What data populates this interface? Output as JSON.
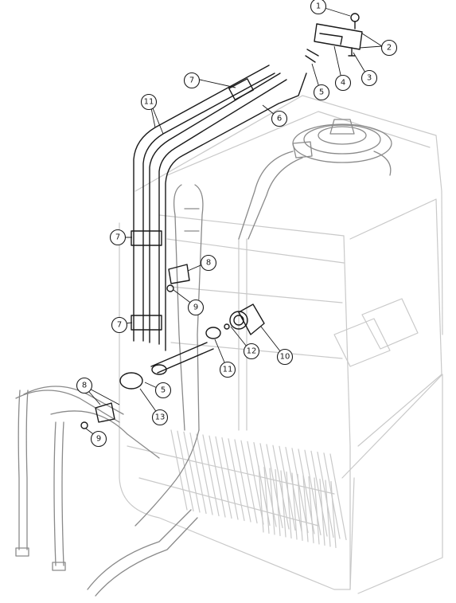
{
  "callouts": [
    {
      "id": "c1",
      "label": "1"
    },
    {
      "id": "c2",
      "label": "2"
    },
    {
      "id": "c3",
      "label": "3"
    },
    {
      "id": "c4",
      "label": "4"
    },
    {
      "id": "c5a",
      "label": "5"
    },
    {
      "id": "c6",
      "label": "6"
    },
    {
      "id": "c7a",
      "label": "7"
    },
    {
      "id": "c11a",
      "label": "11"
    },
    {
      "id": "c7b",
      "label": "7"
    },
    {
      "id": "c8a",
      "label": "8"
    },
    {
      "id": "c9a",
      "label": "9"
    },
    {
      "id": "c7c",
      "label": "7"
    },
    {
      "id": "c11b",
      "label": "11"
    },
    {
      "id": "c12",
      "label": "12"
    },
    {
      "id": "c10",
      "label": "10"
    },
    {
      "id": "c5b",
      "label": "5"
    },
    {
      "id": "c8b",
      "label": "8"
    },
    {
      "id": "c13",
      "label": "13"
    },
    {
      "id": "c9b",
      "label": "9"
    }
  ]
}
